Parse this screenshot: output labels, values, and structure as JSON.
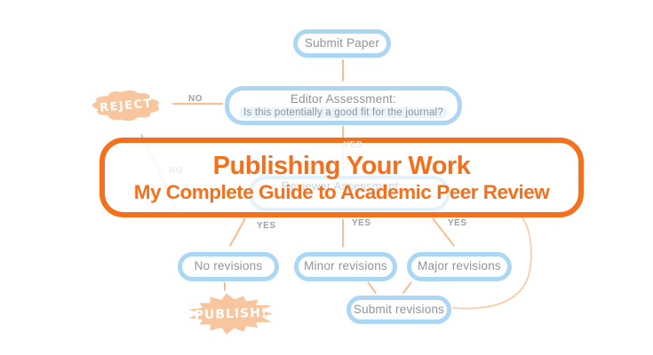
{
  "overlay": {
    "title": "Publishing Your Work",
    "subtitle": "My Complete Guide to Academic Peer Review"
  },
  "flowchart": {
    "submit_paper": "Submit Paper",
    "editor_assessment_title": "Editor Assessment:",
    "editor_assessment_question": "Is this potentially a good fit for the journal?",
    "reject_label": "REJECT",
    "publish_label": "PUBLISH!",
    "no_revisions": "No revisions",
    "minor_revisions": "Minor revisions",
    "major_revisions": "Major revisions",
    "submit_revisions": "Submit revisions",
    "label_no": "NO",
    "label_yes": "YES",
    "hidden_reviewer_assessment": "Reviewer Assessment:",
    "hidden_label_yes": "YES",
    "hidden_label_no": "NO"
  },
  "colors": {
    "accent_orange": "#f4701c",
    "node_border_blue": "#abd7f4",
    "node_text_gray": "#8f9499",
    "arrow_orange": "#f8bd92",
    "blob_fill": "#f8c69e",
    "blob_text": "#ffffff",
    "edge_label_gray": "#9ba0a4"
  }
}
